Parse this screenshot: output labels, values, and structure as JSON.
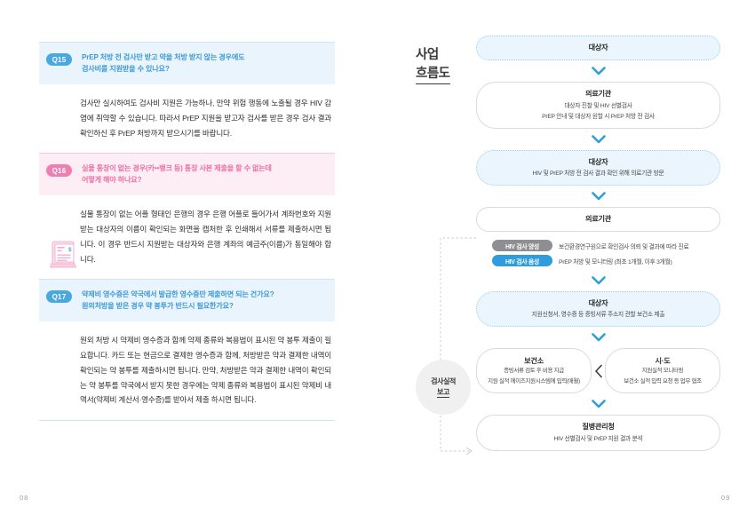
{
  "left_page": {
    "page_number": "08",
    "faqs": [
      {
        "badge": "Q15",
        "color": "blue",
        "question_lines": [
          "PrEP 처방 전 검사만 받고 약을 처방 받지 않는 경우에도",
          "검사비를 지원받을 수 있나요?"
        ],
        "answer": "검사만 실시하여도 검사비 지원은 가능하나, 만약 위험 행동에 노출될 경우 HIV 감염에 취약할 수 있습니다. 따라서 PrEP 지원을 받고자 검사를 받은 경우 검사 결과 확인하신 후 PrEP 처방까지 받으시기를 바랍니다.",
        "icon": null
      },
      {
        "badge": "Q16",
        "color": "pink",
        "question_lines": [
          "실물 통장이 없는 경우(카••뱅크 등) 통장 사본 제출을 할 수 없는데",
          "어떻게 해야 하나요?"
        ],
        "answer": "실물 통장이 없는 어플 형태인 은행의 경우 은행 어플로 들어가서 계좌번호와 지원받는 대상자의 이름이 확인되는 화면을 캡처한 후 인쇄해서 서류를 제출하시면 됩니다. 이 경우 반드시 지원받는 대상자와 은행 계좌의 예금주(이름)가 동일해야 합니다.",
        "icon": "bankbook-icon"
      },
      {
        "badge": "Q17",
        "color": "blue",
        "question_lines": [
          "약제비 영수증은 약국에서 발급한 영수증만 제출하면 되는 건가요?",
          "원외처방을 받은 경우 약 봉투가 반드시 필요한가요?"
        ],
        "answer": "원외 처방 시 약제비 영수증과 함께 약제 종류와 복용법이 표시된 약 봉투 제출이 필요합니다. 카드 또는 현금으로 결제한 영수증과 함께, 처방받은 약과 결제한 내역이 확인되는 약 봉투를 제출하시면 됩니다. 만약, 처방받은 약과 결제한 내역이 확인되는 약 봉투를 약국에서 받지 못한 경우에는 약제 종류와 복용법이 표시된 약제비 내역서(약제비 계산서·영수증)를 받아서 제출 하시면 됩니다.",
        "icon": null
      }
    ]
  },
  "right_page": {
    "page_number": "09",
    "title_line1": "사업",
    "title_line2": "흐름도",
    "report_circle": {
      "line1": "검사실적",
      "line2": "보고"
    },
    "nodes": [
      {
        "id": "node-1-target",
        "style": "tinted",
        "title": "대상자",
        "lines": []
      },
      {
        "id": "node-2-medical-institution",
        "style": "plain",
        "title": "의료기관",
        "lines": [
          "대상자 진찰 및 HIV 선별검사",
          "PrEP 안내 및 대상자 원할 시 PrEP 처방 전 검사"
        ]
      },
      {
        "id": "node-3-target-visit",
        "style": "tinted",
        "title": "대상자",
        "lines": [
          "HIV 및 PrEP 처방 전 검사 결과 확인 위해 의료기관 방문"
        ]
      },
      {
        "id": "node-4-medical-institution",
        "style": "plain",
        "title": "의료기관",
        "lines": []
      },
      {
        "id": "node-5-target-submit",
        "style": "tinted",
        "title": "대상자",
        "lines": [
          "지원신청서, 영수증 등 증빙서류 주소지 관할 보건소 제출"
        ]
      },
      {
        "id": "node-7-kdca",
        "style": "plain",
        "title": "질병관리청",
        "lines": [
          "HIV 선별검사 및 PrEP 지원 결과 분석"
        ]
      }
    ],
    "test_result_rows": [
      {
        "pill": "HIV 검사 양성",
        "pill_color": "grey",
        "text": "보건환경연구원으로 확인검사 의뢰 및 결과에 따라 진료"
      },
      {
        "pill": "HIV 검사 음성",
        "pill_color": "blue",
        "text": "PrEP 처방 및 모니터링 (최초 1개월, 이후 3개월)"
      }
    ],
    "pair_row": {
      "left": {
        "title": "보건소",
        "lines": [
          "증빙서류 검토 후 비용 지급",
          "지원 실적 에이즈지원시스템에 입력(매월)"
        ]
      },
      "right": {
        "title": "시·도",
        "lines": [
          "지원실적 모니터링",
          "보건소 실적 입력 요청 등 업무 협조"
        ]
      }
    }
  },
  "colors": {
    "accent_blue": "#3e9ad8",
    "accent_pink": "#ed6fa6",
    "tint_blue_bg": "#eaf5fd",
    "tint_pink_bg": "#fdeef5",
    "pill_grey": "#8d8f93",
    "pill_blue": "#2f9ddb"
  }
}
